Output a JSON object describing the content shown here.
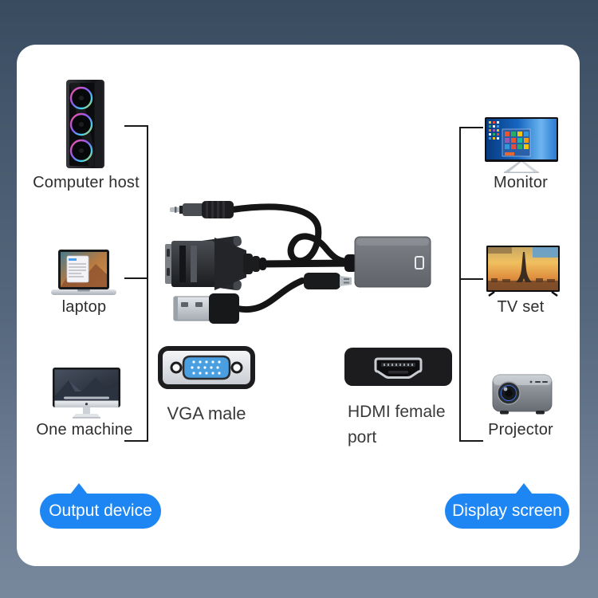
{
  "left_devices": [
    {
      "label": "Computer host",
      "icon": "computer-tower-icon"
    },
    {
      "label": "laptop",
      "icon": "laptop-icon"
    },
    {
      "label": "One machine",
      "icon": "all-in-one-imac-icon"
    }
  ],
  "right_devices": [
    {
      "label": "Monitor",
      "icon": "monitor-icon"
    },
    {
      "label": "TV set",
      "icon": "tv-icon"
    },
    {
      "label": "Projector",
      "icon": "projector-icon"
    }
  ],
  "connectors": {
    "vga_label": "VGA male",
    "hdmi_label": "HDMI female port",
    "product_icon": "vga-to-hdmi-adapter-cable-icon"
  },
  "badges": {
    "output": "Output device",
    "display": "Display screen"
  },
  "colors": {
    "badge_blue": "#1e86f2",
    "background_top": "#394b5f",
    "background_bottom": "#77889d",
    "card": "#ffffff",
    "line": "#1a1a1a",
    "label_text": "#2e2e2e",
    "vga_plug_blue": "#4a9fe0"
  }
}
